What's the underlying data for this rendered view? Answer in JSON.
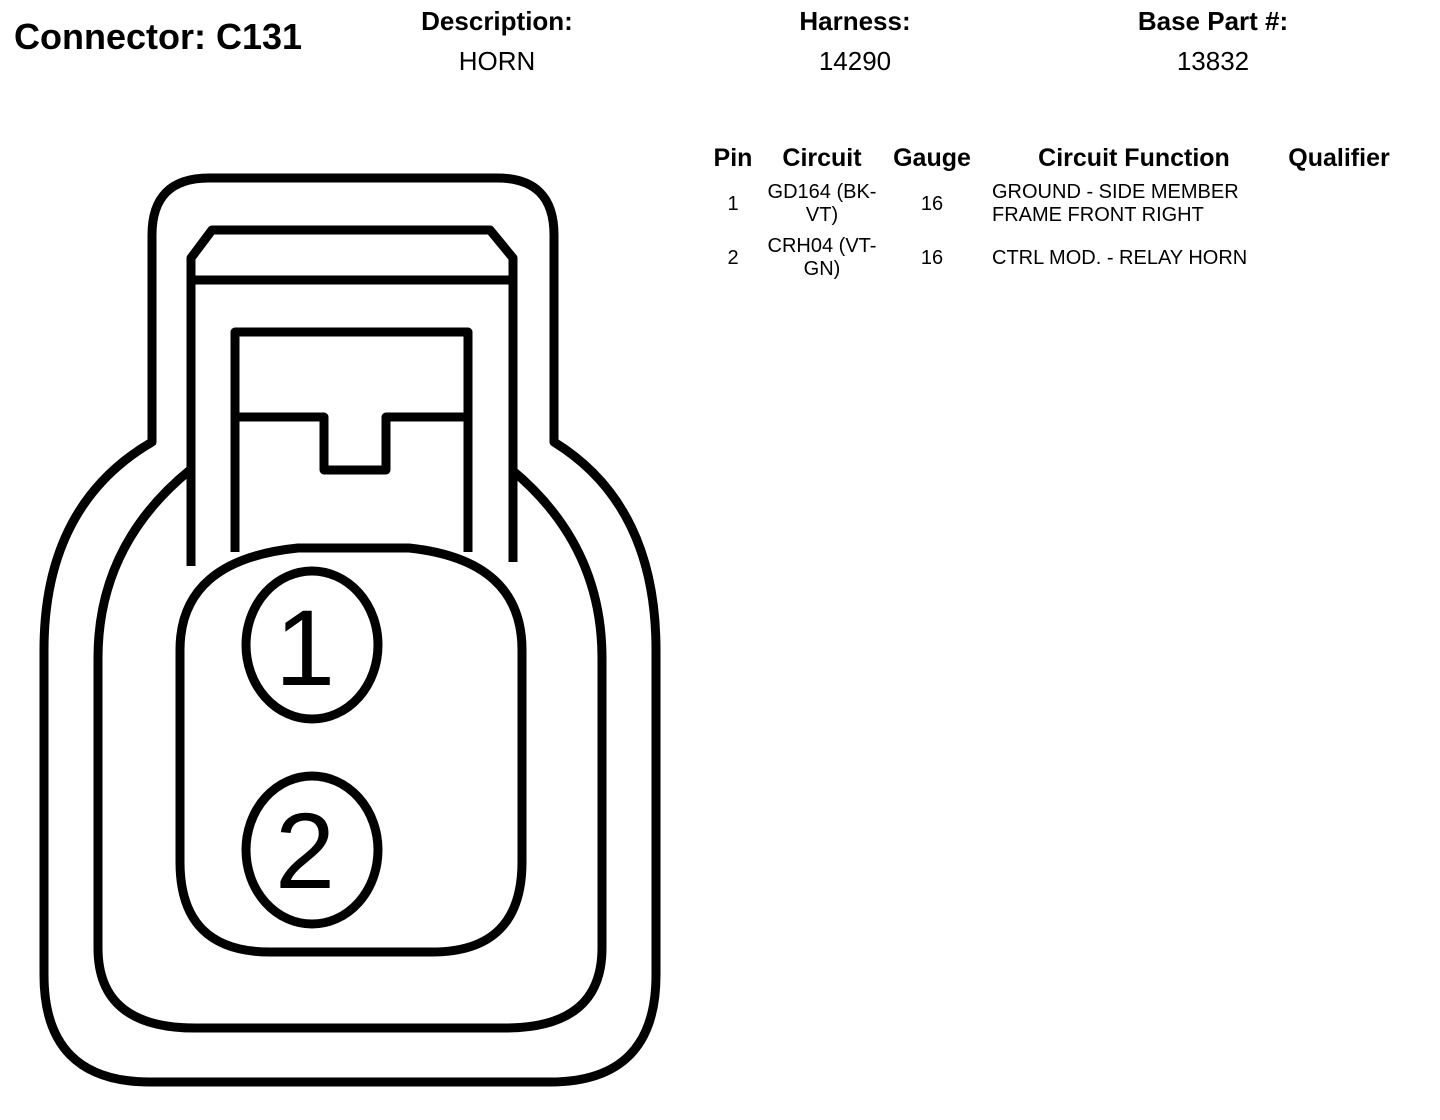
{
  "header": {
    "connector_title": "Connector: C131",
    "description_label": "Description:",
    "description_value": "HORN",
    "harness_label": "Harness:",
    "harness_value": "14290",
    "base_part_label": "Base Part #:",
    "base_part_value": "13832"
  },
  "table": {
    "columns": [
      "Pin",
      "Circuit",
      "Gauge",
      "Circuit Function",
      "Qualifier"
    ],
    "rows": [
      {
        "pin": "1",
        "circuit_line1": "GD164 (BK-",
        "circuit_line2": "VT)",
        "gauge": "16",
        "function_line1": "GROUND - SIDE MEMBER",
        "function_line2": "FRAME FRONT RIGHT",
        "qualifier": ""
      },
      {
        "pin": "2",
        "circuit_line1": "CRH04 (VT-",
        "circuit_line2": "GN)",
        "gauge": "16",
        "function_line1": "CTRL MOD. - RELAY HORN",
        "function_line2": "",
        "qualifier": ""
      }
    ]
  },
  "diagram": {
    "pin_labels": [
      "1",
      "2"
    ]
  }
}
